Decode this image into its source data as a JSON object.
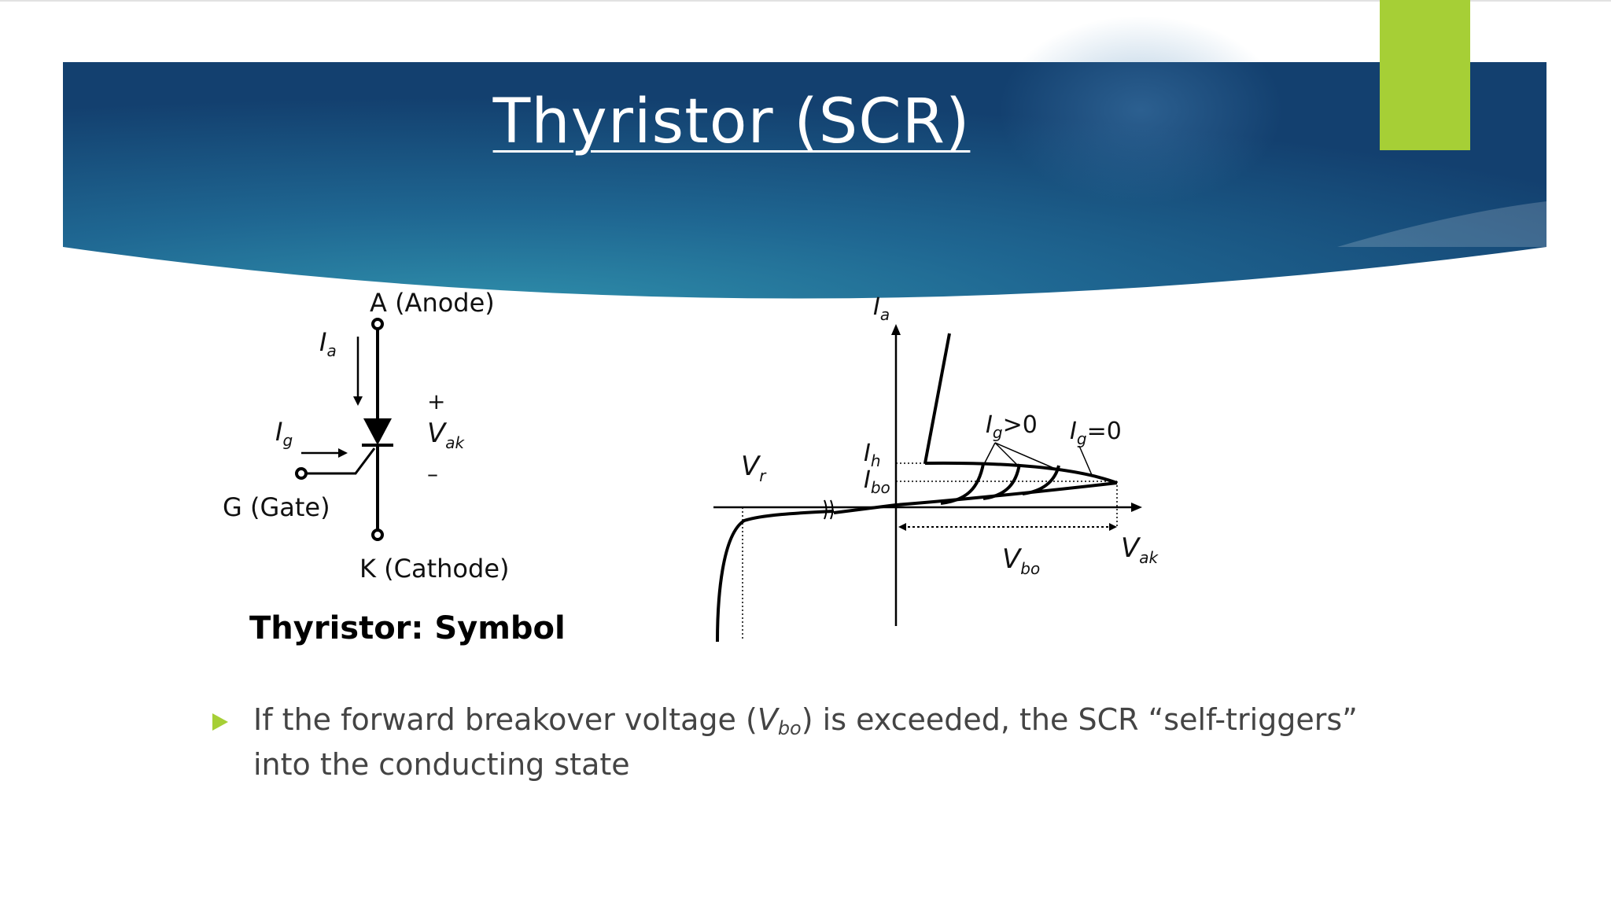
{
  "slide": {
    "title": "Thyristor (SCR)",
    "colors": {
      "header_dark": "#13406f",
      "header_light": "#2d8aa6",
      "accent": "#a6cf36",
      "text": "#444444"
    }
  },
  "symbol": {
    "anode_label": "A (Anode)",
    "cathode_label": "K (Cathode)",
    "gate_label": "G (Gate)",
    "anode_current": {
      "main": "I",
      "sub": "a"
    },
    "gate_current": {
      "main": "I",
      "sub": "g"
    },
    "plus_sign": "+",
    "minus_sign": "–",
    "voltage": {
      "main": "V",
      "sub": "ak"
    },
    "caption": "Thyristor: Symbol"
  },
  "characteristic": {
    "y_axis": {
      "main": "I",
      "sub": "a"
    },
    "x_axis": {
      "main": "V",
      "sub": "ak"
    },
    "holding_current": {
      "main": "I",
      "sub": "h"
    },
    "breakover_current": {
      "main": "I",
      "sub": "bo"
    },
    "breakover_voltage": {
      "main": "V",
      "sub": "bo"
    },
    "reverse_voltage": {
      "main": "V",
      "sub": "r"
    },
    "gate_positive": {
      "main": "I",
      "sub": "g",
      "suffix": ">0"
    },
    "gate_zero": {
      "main": "I",
      "sub": "g",
      "suffix": "=0"
    }
  },
  "bullets": [
    {
      "icon": "triangle-bullet-icon",
      "before": "If the forward breakover voltage (",
      "var_main": "V",
      "var_sub": "bo",
      "after": ") is exceeded, the SCR “self-triggers”",
      "line2": "into the conducting state"
    }
  ]
}
